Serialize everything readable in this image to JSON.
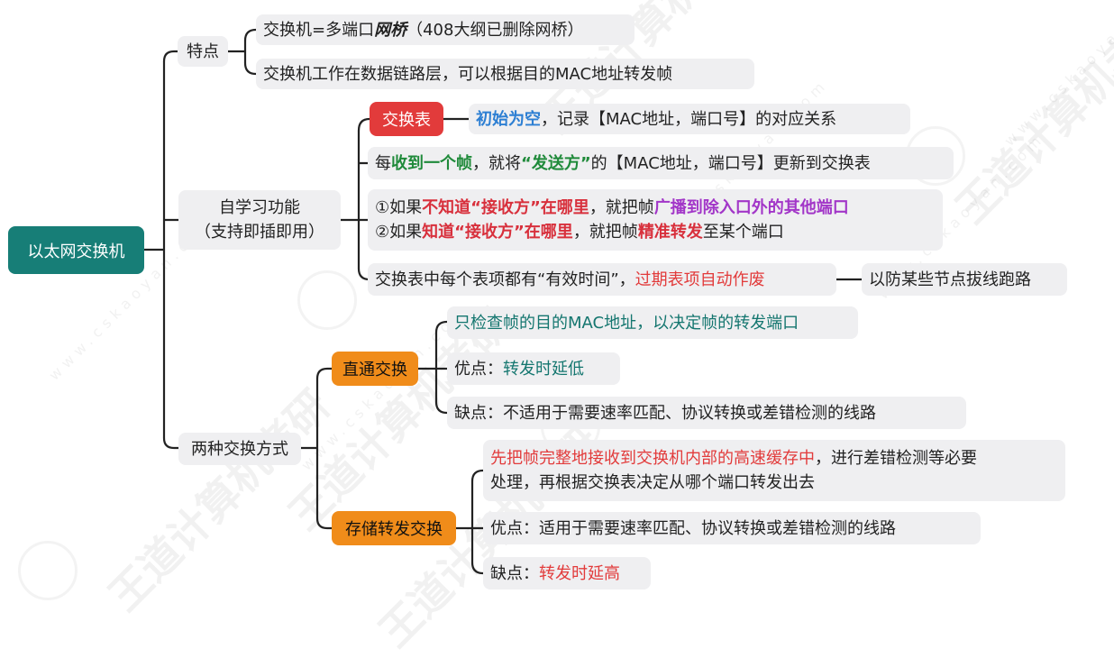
{
  "root": "以太网交换机",
  "features": {
    "label": "特点",
    "item1_pre": "交换机=多端口",
    "item1_em": "网桥",
    "item1_post": "（408大纲已删除网桥）",
    "item2": "交换机工作在数据链路层，可以根据目的MAC地址转发帧"
  },
  "selflearn": {
    "label_line1": "自学习功能",
    "label_line2": "（支持即插即用）",
    "table_label": "交换表",
    "table_desc_bold": "初始为空",
    "table_desc_rest": "，记录【MAC地址，端口号】的对应关系",
    "update": {
      "p1": "每",
      "p2": "收到一个帧",
      "p3": "，就将",
      "p4": "“发送方”",
      "p5": "的【MAC地址，端口号】更新到交换表"
    },
    "forward1": {
      "p1": "①如果",
      "p2": "不知道“接收方”在哪里",
      "p3": "，就把帧",
      "p4": "广播到除入口外的其他端口"
    },
    "forward2": {
      "p1": "②如果",
      "p2": "知道“接收方”在哪里",
      "p3": "，就把帧",
      "p4": "精准转发",
      "p5": "至某个端口"
    },
    "expire": {
      "p1": "交换表中每个表项都有“有效时间”，",
      "p2": "过期表项自动作废"
    },
    "expire_note": "以防某些节点拔线跑路"
  },
  "modes": {
    "label": "两种交换方式",
    "cut_through": {
      "label": "直通交换",
      "desc": "只检查帧的目的MAC地址，以决定帧的转发端口",
      "pro_label": "优点：",
      "pro": "转发时延低",
      "con": "缺点：不适用于需要速率匹配、协议转换或差错检测的线路"
    },
    "store_forward": {
      "label": "存储转发交换",
      "desc_red": "先把帧完整地接收到交换机内部的高速缓存中",
      "desc_rest1": "，进行差错检测等必要",
      "desc_rest2": "处理，再根据交换表决定从哪个端口转发出去",
      "pro": "优点：适用于需要速率匹配、协议转换或差错检测的线路",
      "con_label": "缺点：",
      "con": "转发时延高"
    }
  },
  "colors": {
    "root": "#177e77",
    "table_node": "#e23b3b",
    "mode_node": "#f08c1a",
    "node_bg": "#efeff1",
    "line": "#222222"
  }
}
